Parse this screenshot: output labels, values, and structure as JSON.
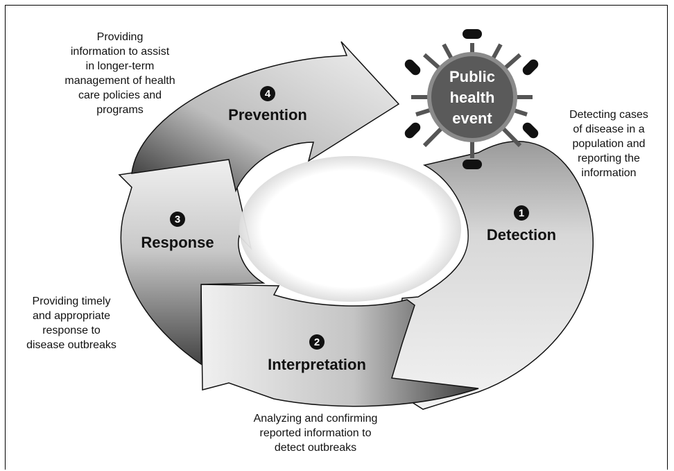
{
  "center": {
    "label_lines": [
      "Public",
      "health",
      "event"
    ]
  },
  "steps": [
    {
      "number": "1",
      "title": "Detection",
      "description": "Detecting cases\nof disease in a\npopulation and\nreporting the\ninformation"
    },
    {
      "number": "2",
      "title": "Interpretation",
      "description": "Analyzing and confirming\nreported information to\ndetect outbreaks"
    },
    {
      "number": "3",
      "title": "Response",
      "description": "Providing timely\nand appropriate\nresponse to\ndisease outbreaks"
    },
    {
      "number": "4",
      "title": "Prevention",
      "description": "Providing\ninformation to assist\nin longer-term\nmanagement of health\ncare policies and\nprograms"
    }
  ]
}
